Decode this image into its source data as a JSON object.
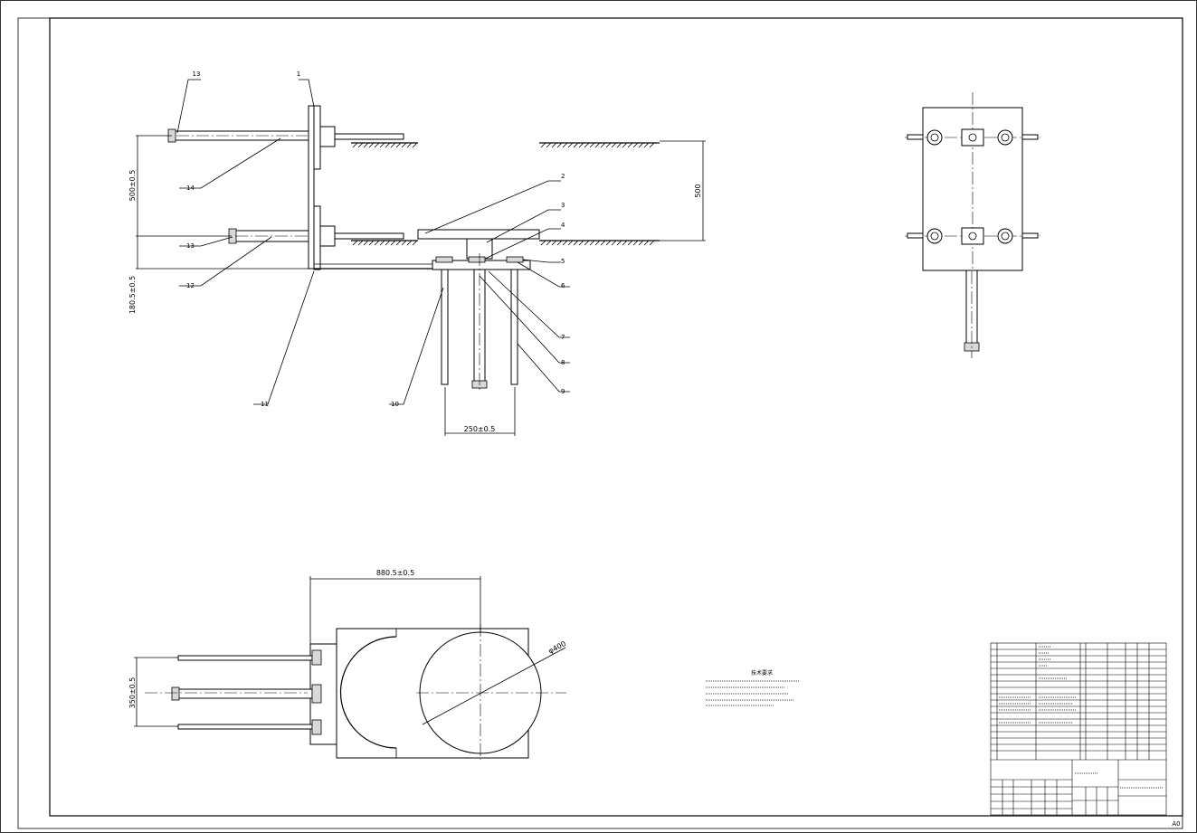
{
  "sheet": {
    "size_label": "A0"
  },
  "balloons": [
    "1",
    "2",
    "3",
    "4",
    "5",
    "6",
    "7",
    "8",
    "9",
    "10",
    "11",
    "12",
    "13",
    "14"
  ],
  "dimensions": {
    "d500_pm": "500±0.5",
    "d180": "180.5±0.5",
    "d500": "500",
    "d250": "250±0.5",
    "d880": "880.5±0.5",
    "d350": "350±0.5",
    "diam": "φ400"
  },
  "notes": {
    "title": "技术要求"
  }
}
